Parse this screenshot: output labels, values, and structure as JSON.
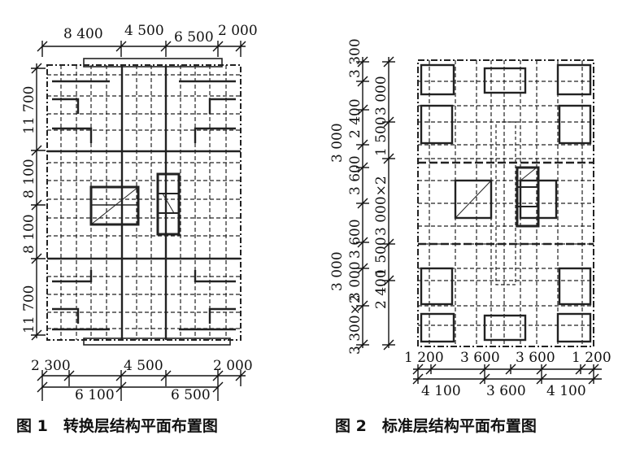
{
  "figure1": {
    "caption": "图 1　转换层结构平面布置图",
    "top_dims": [
      "8 400",
      "4 500",
      "6 500",
      "2 000"
    ],
    "left_dims": [
      "11 700",
      "8 100",
      "8 100",
      "11 700"
    ],
    "bottom_dims_upper": [
      "2 300",
      "4 500",
      "2 000"
    ],
    "bottom_dims_lower": [
      "6 100",
      "6 500"
    ]
  },
  "figure2": {
    "caption": "图 2　标准层结构平面布置图",
    "left_outer": [
      "3 000",
      "3 000"
    ],
    "left_middle": [
      "3 300",
      "2 400",
      "3 600",
      "3 600",
      "3 000",
      "3 300×2"
    ],
    "left_inner": [
      "3 000",
      "1 500",
      "3 000×2",
      "1 500",
      "2 400"
    ],
    "bottom_dims_upper": [
      "1 200",
      "3 600",
      "3 600",
      "1 200"
    ],
    "bottom_dims_lower": [
      "4 100",
      "3 600",
      "4 100"
    ]
  }
}
